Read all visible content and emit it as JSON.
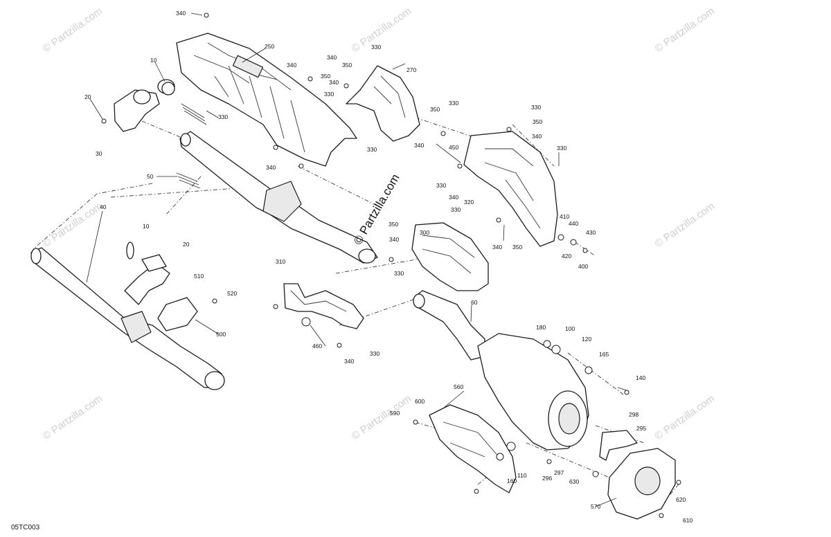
{
  "diagram": {
    "code": "05TC003",
    "watermark": "© Partzilla.com",
    "callouts": {
      "c340a": "340",
      "c250": "250",
      "c10a": "10",
      "c20a": "20",
      "c30": "30",
      "c330a": "330",
      "c50": "50",
      "c40": "40",
      "c340b": "340",
      "c350a": "350",
      "c340c": "340",
      "c350b": "350",
      "c330b": "330",
      "c330c": "330",
      "c270": "270",
      "c330d": "330",
      "c340d": "340",
      "c350c": "350",
      "c330e": "330",
      "c340e": "340",
      "c330f": "330",
      "c350d": "350",
      "c340f": "340",
      "c450": "450",
      "c330g": "330",
      "c330h": "330",
      "c320": "320",
      "c340g": "340",
      "c330i": "330",
      "c350e": "350",
      "c410": "410",
      "c440": "440",
      "c430": "430",
      "c420": "420",
      "c400": "400",
      "c340h": "340",
      "c350f": "350",
      "c300": "300",
      "c340i": "340",
      "c330j": "330",
      "c10b": "10",
      "c20b": "20",
      "c510": "510",
      "c520": "520",
      "c500": "500",
      "c310": "310",
      "c460": "460",
      "c340j": "340",
      "c330k": "330",
      "c60": "60",
      "c180": "180",
      "c100": "100",
      "c120": "120",
      "c165": "165",
      "c140": "140",
      "c560": "560",
      "c600": "600",
      "c590": "590",
      "c298": "298",
      "c295": "295",
      "c160": "160",
      "c110": "110",
      "c296": "296",
      "c297": "297",
      "c630": "630",
      "c570": "570",
      "c620": "620",
      "c610": "610",
      "c340k": "340"
    }
  }
}
